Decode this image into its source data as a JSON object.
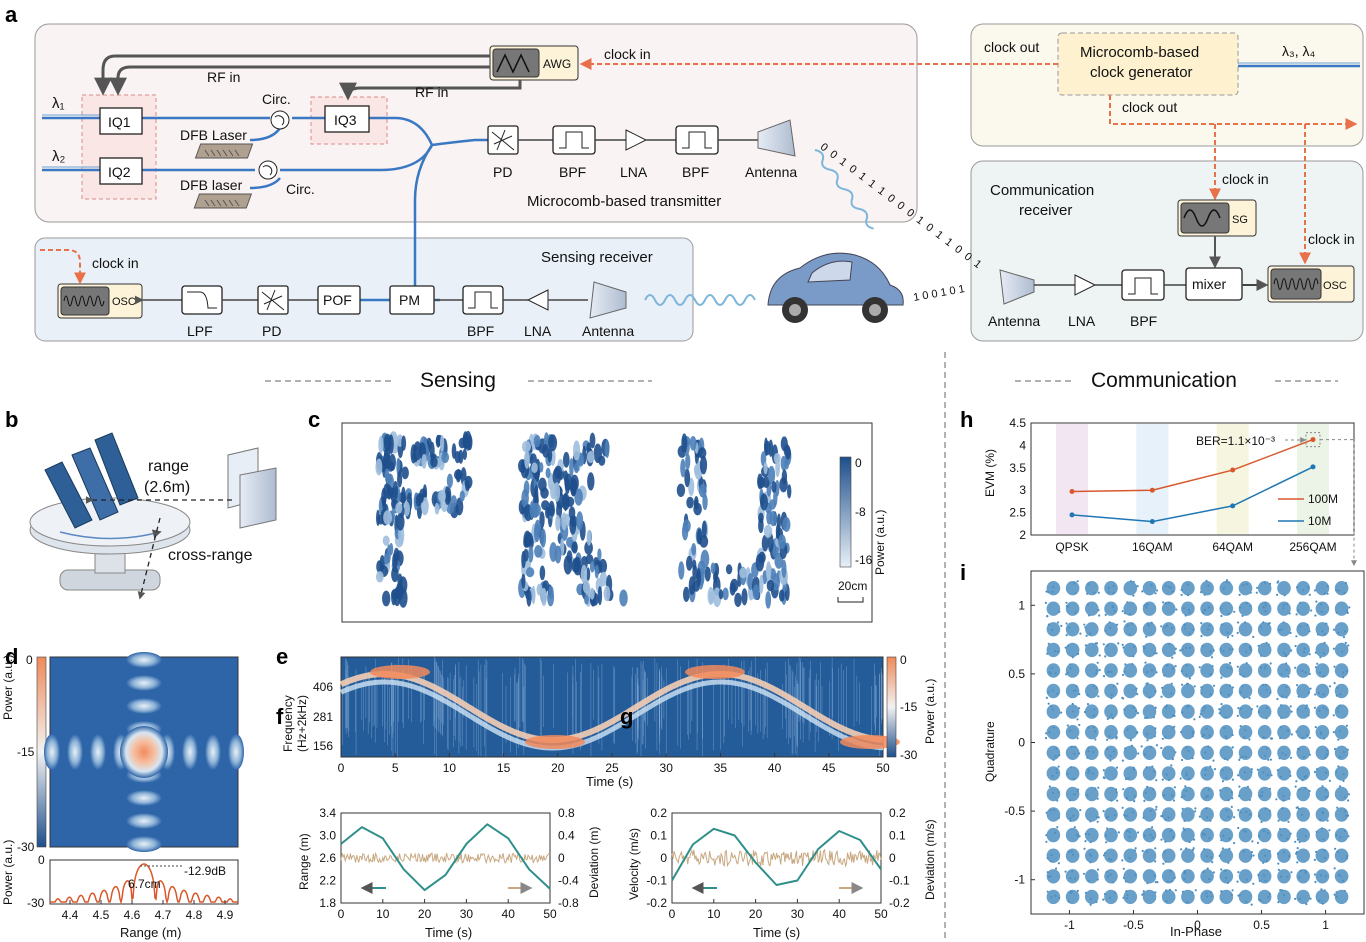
{
  "panel_labels": {
    "a": "a",
    "b": "b",
    "c": "c",
    "d": "d",
    "e": "e",
    "f": "f",
    "g": "g",
    "h": "h",
    "i": "i"
  },
  "section_titles": {
    "sensing": "Sensing",
    "communication": "Communication"
  },
  "panel_a": {
    "awg": "AWG",
    "clock_in": "clock in",
    "rf_in": "RF in",
    "lambda1": "λ₁",
    "lambda2": "λ₂",
    "lambda34": "λ₃, λ₄",
    "iq1": "IQ1",
    "iq2": "IQ2",
    "iq3": "IQ3",
    "dfb1": "DFB Laser",
    "dfb2": "DFB laser",
    "circ": "Circ.",
    "pd": "PD",
    "bpf": "BPF",
    "lna": "LNA",
    "antenna": "Antenna",
    "transmitter": "Microcomb-based transmitter",
    "clock_out": "clock out",
    "clock_gen": [
      "Microcomb-based",
      "clock generator"
    ],
    "comm_receiver": [
      "Communication",
      "receiver"
    ],
    "sg": "SG",
    "mixer": "mixer",
    "osc": "OSC",
    "sensing_receiver": "Sensing receiver",
    "lpf": "LPF",
    "pof": "POF",
    "pm": "PM",
    "bits_left": [
      "0",
      "0",
      "1",
      "0",
      "1",
      "1",
      "1",
      "0",
      "0",
      "0",
      "1",
      "0",
      "1",
      "1",
      "0",
      "0",
      "1"
    ],
    "bits_right": "1 0 0 1 0 1"
  },
  "panel_b": {
    "range": "range",
    "range_val": "(2.6m)",
    "cross": "cross-range"
  },
  "panel_c": {
    "colorbar_ticks": [
      "0",
      "-8",
      "-16"
    ],
    "colorbar_label": "Power (a.u.)",
    "scale": "20cm"
  },
  "panel_d": {
    "cb_ticks": [
      "0",
      "-15",
      "-30"
    ],
    "cb_label": "Power (a.u.)",
    "cut_yticks": [
      "0",
      "-30"
    ],
    "cut_ylabel": "Power (a.u.)",
    "xticks": [
      "4.4",
      "4.5",
      "4.6",
      "4.7",
      "4.8",
      "4.9"
    ],
    "xlabel": "Range (m)",
    "width_annot": "6.7cm",
    "sidelobe_annot": "-12.9dB"
  },
  "panel_e": {
    "yticks": [
      "406",
      "281",
      "156"
    ],
    "ylabel": [
      "Frequency",
      "(Hz+2kHz)"
    ],
    "xticks": [
      "0",
      "5",
      "10",
      "15",
      "20",
      "25",
      "30",
      "35",
      "40",
      "45",
      "50"
    ],
    "xlabel": "Time (s)",
    "cb_ticks": [
      "0",
      "-15",
      "-30"
    ],
    "cb_label": "Power (a.u.)"
  },
  "panel_f": {
    "yticks": [
      "3.4",
      "3.0",
      "2.6",
      "2.2",
      "1.8"
    ],
    "ylabel": "Range (m)",
    "y2ticks": [
      "0.8",
      "0.4",
      "0",
      "-0.4",
      "-0.8"
    ],
    "y2label": "Deviation (m)",
    "xticks": [
      "0",
      "10",
      "20",
      "30",
      "40",
      "50"
    ],
    "xlabel": "Time (s)"
  },
  "panel_g": {
    "yticks": [
      "0.2",
      "0.1",
      "0",
      "-0.1",
      "-0.2"
    ],
    "ylabel": "Velocity (m/s)",
    "y2ticks": [
      "0.2",
      "0.1",
      "0",
      "-0.1",
      "-0.2"
    ],
    "y2label": "Deviation (m/s)",
    "xticks": [
      "0",
      "10",
      "20",
      "30",
      "40",
      "50"
    ],
    "xlabel": "Time (s)"
  },
  "panel_h": {
    "yticks": [
      "4.5",
      "4",
      "3.5",
      "3",
      "2.5",
      "2"
    ],
    "ylabel": "EVM (%)",
    "ber": "BER=1.1×10⁻³",
    "legend": [
      "100M",
      "10M"
    ]
  },
  "panel_i": {
    "xticks": [
      "-1",
      "-0.5",
      "0",
      "0.5",
      "1"
    ],
    "xlabel": "In-Phase",
    "yticks": [
      "1",
      "0.5",
      "0",
      "-0.5",
      "-1"
    ],
    "ylabel": "Quadrature"
  },
  "colors": {
    "line100M": "#d9582b",
    "line10M": "#1f77b4",
    "clock": "#e8704a",
    "fiber": "#3a78c4",
    "heat_low": "#1e4f8c",
    "heat_high": "#f28a5c",
    "range_fit": "#2f8f8a",
    "deviation": "#c8a880"
  },
  "chart_data": [
    {
      "type": "line",
      "id": "h",
      "title": "",
      "xlabel": "",
      "ylabel": "EVM (%)",
      "categories": [
        "QPSK",
        "16QAM",
        "64QAM",
        "256QAM"
      ],
      "ylim": [
        2,
        4.5
      ],
      "series": [
        {
          "name": "100M",
          "values": [
            2.97,
            3.0,
            3.45,
            4.13
          ]
        },
        {
          "name": "10M",
          "values": [
            2.45,
            2.3,
            2.65,
            3.52
          ]
        }
      ],
      "annotations": [
        "BER=1.1×10⁻³"
      ],
      "legend": "bottom-right"
    },
    {
      "type": "line",
      "id": "f",
      "xlabel": "Time (s)",
      "ylabel": "Range (m)",
      "xlim": [
        0,
        50
      ],
      "ylim": [
        1.8,
        3.4
      ],
      "series": [
        {
          "name": "",
          "x": [
            0,
            5,
            10,
            15,
            20,
            25,
            30,
            35,
            40,
            45,
            50
          ],
          "values": [
            2.85,
            3.15,
            2.95,
            2.4,
            2.03,
            2.3,
            2.85,
            3.2,
            2.95,
            2.4,
            2.05
          ]
        }
      ]
    },
    {
      "type": "line",
      "id": "g",
      "xlabel": "Time (s)",
      "ylabel": "Velocity (m/s)",
      "xlim": [
        0,
        50
      ],
      "ylim": [
        -0.2,
        0.2
      ],
      "series": [
        {
          "name": "",
          "x": [
            0,
            5,
            10,
            15,
            20,
            25,
            30,
            35,
            40,
            45,
            50
          ],
          "values": [
            -0.1,
            0.06,
            0.13,
            0.1,
            -0.02,
            -0.12,
            -0.1,
            0.04,
            0.12,
            0.08,
            -0.05
          ]
        }
      ]
    },
    {
      "type": "scatter",
      "id": "i",
      "xlabel": "In-Phase",
      "ylabel": "Quadrature",
      "xlim": [
        -1.2,
        1.2
      ],
      "ylim": [
        -1.2,
        1.2
      ],
      "constellation": "256QAM"
    }
  ]
}
